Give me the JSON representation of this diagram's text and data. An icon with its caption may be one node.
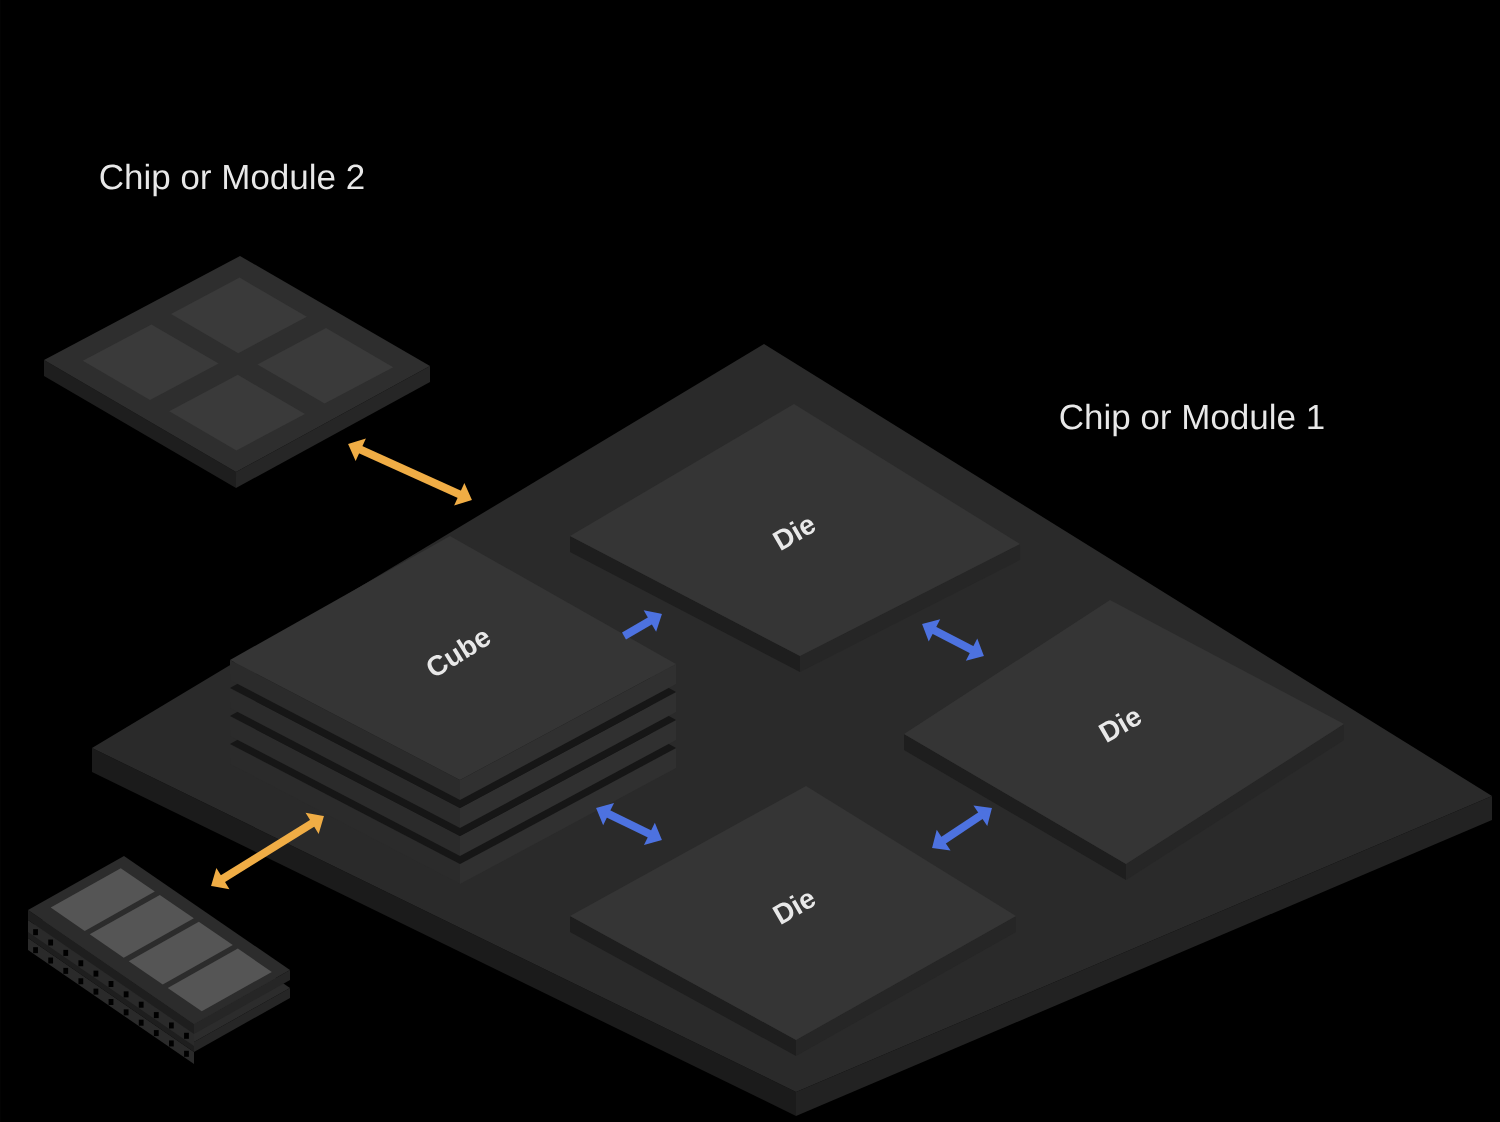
{
  "diagram": {
    "nodes": [
      {
        "text": [
          "Chip or Module 2"
        ]
      },
      {
        "text": [
          "Chip or Module 1"
        ]
      },
      {
        "text": [
          "Cube"
        ],
        "in": 1
      },
      {
        "text": [
          "Die"
        ],
        "in": 1
      },
      {
        "text": [
          "Die"
        ],
        "in": 1
      },
      {
        "text": [
          "Die"
        ],
        "in": 1
      },
      {
        "text": [],
        "shape": "picture"
      }
    ],
    "edges": [
      {
        "from": 0,
        "to": 1,
        "arrow": "both",
        "color": "#f0ad45"
      },
      {
        "from": 6,
        "to": 2,
        "arrow": "both",
        "color": "#f0ad45"
      },
      {
        "from": 2,
        "to": 3,
        "arrow": "to"
      },
      {
        "from": 3,
        "to": 4,
        "arrow": "both"
      },
      {
        "from": 2,
        "to": 5,
        "arrow": "both"
      },
      {
        "from": 5,
        "to": 4,
        "arrow": "both"
      }
    ]
  }
}
